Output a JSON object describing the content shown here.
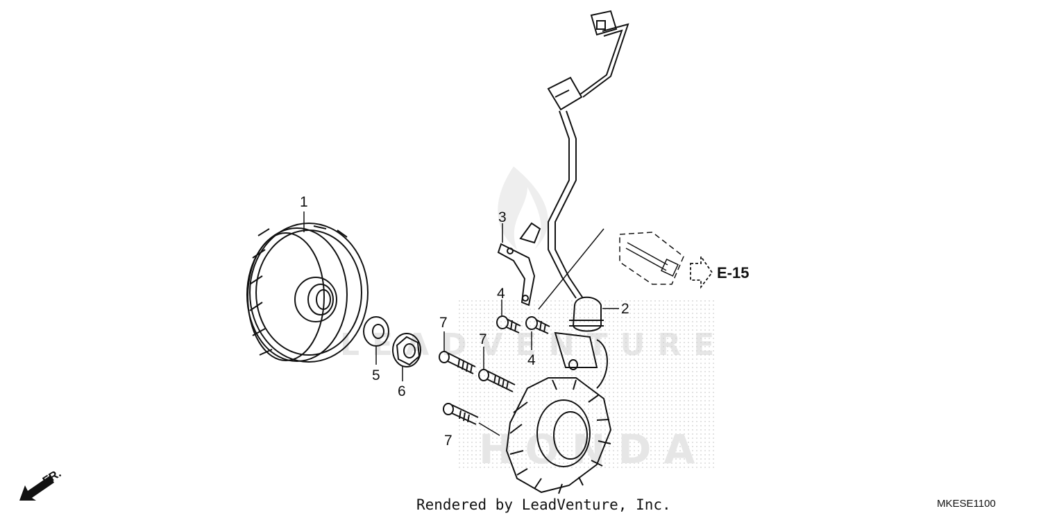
{
  "callouts": {
    "flywheel": "1",
    "stator_lead": "2",
    "bracket": "3",
    "bolt_4a": "4",
    "bolt_4b": "4",
    "washer": "5",
    "nut": "6",
    "bolt_7a": "7",
    "bolt_7b": "7",
    "bolt_7c": "7"
  },
  "reference": {
    "label": "E-15"
  },
  "front_indicator": {
    "label": "FR."
  },
  "watermark": {
    "brand_text": "LEADVENTURE",
    "maker_text": "HONDA"
  },
  "footer": {
    "rendered_by": "Rendered by LeadVenture, Inc.",
    "diagram_code": "MKESE1100"
  }
}
